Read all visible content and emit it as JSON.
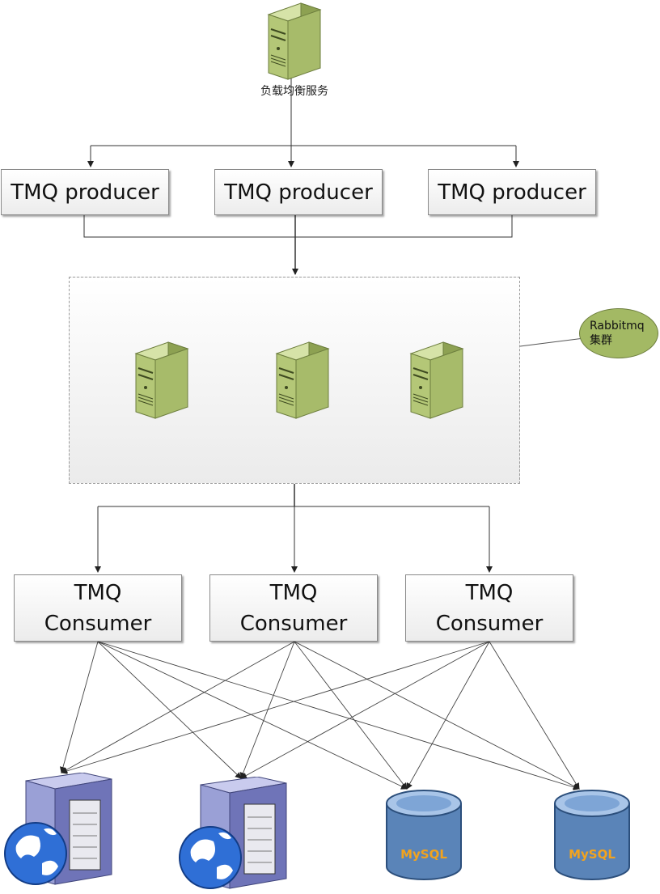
{
  "load_balancer": {
    "label": "负载均衡服务"
  },
  "producers": [
    {
      "label": "TMQ producer"
    },
    {
      "label": "TMQ producer"
    },
    {
      "label": "TMQ producer"
    }
  ],
  "cluster": {
    "label_line1": "Rabbitmq",
    "label_line2": "集群",
    "node_count": 3
  },
  "consumers": [
    {
      "line1": "TMQ",
      "line2": "Consumer"
    },
    {
      "line1": "TMQ",
      "line2": "Consumer"
    },
    {
      "line1": "TMQ",
      "line2": "Consumer"
    }
  ],
  "databases": [
    {
      "label": "MySQL"
    },
    {
      "label": "MySQL"
    }
  ],
  "colors": {
    "server_green": "#a7bb6a",
    "callout_green": "#a3b964",
    "db_blue": "#5a84b8",
    "web_server_purple": "#6f74b8"
  }
}
